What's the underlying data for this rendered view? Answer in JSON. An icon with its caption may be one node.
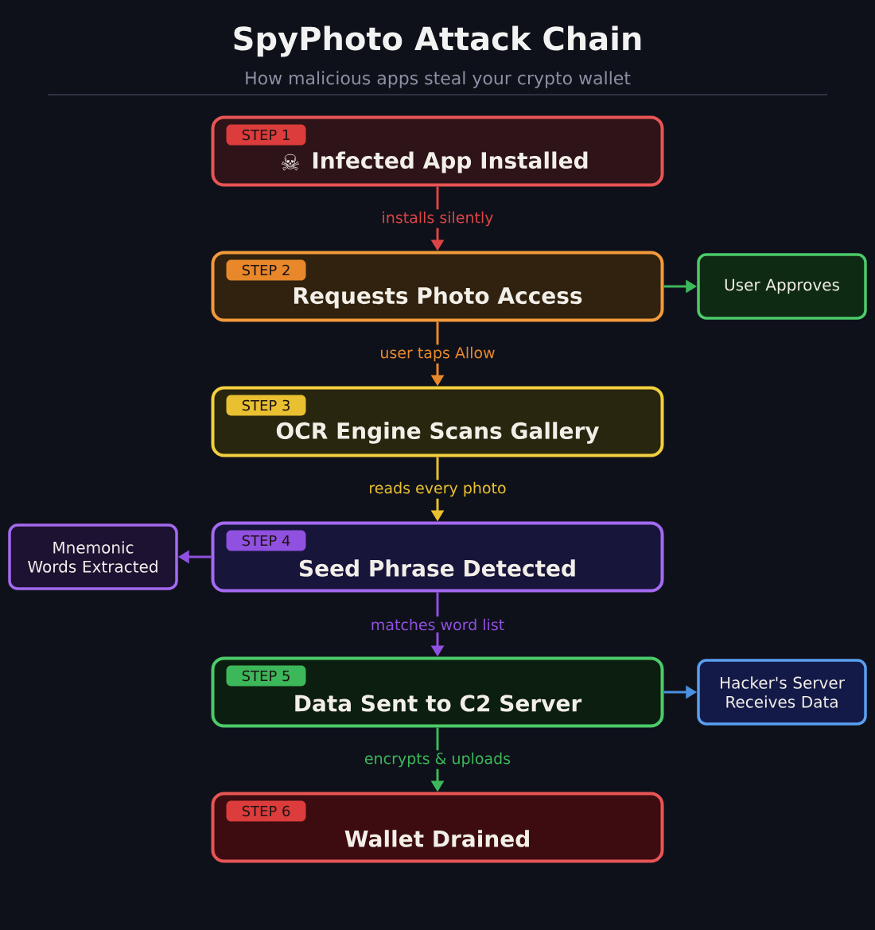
{
  "diagram": {
    "title": "SpyPhoto Attack Chain",
    "nodes": [
      {
        "text": [
          "☠",
          "Infected App Installed"
        ]
      },
      {
        "text": [
          "STEP 1"
        ],
        "in": 0
      },
      {
        "text": [
          "Requests Photo Access"
        ]
      },
      {
        "text": [
          "STEP 2"
        ],
        "in": 2
      },
      {
        "text": [
          "User Approves"
        ]
      },
      {
        "text": [
          "OCR Engine Scans Gallery"
        ]
      },
      {
        "text": [
          "STEP 3"
        ],
        "in": 5
      },
      {
        "text": [
          "Mnemonic Words Extracted"
        ]
      },
      {
        "text": [
          "Seed Phrase Detected"
        ]
      },
      {
        "text": [
          "STEP 4"
        ],
        "in": 8
      },
      {
        "text": [
          "Data Sent to C2 Server"
        ]
      },
      {
        "text": [
          "STEP 5"
        ],
        "in": 10
      },
      {
        "text": [
          "Hacker's Server Receives Data"
        ]
      },
      {
        "text": [
          "Wallet Drained"
        ]
      },
      {
        "text": [
          "STEP 6"
        ],
        "in": 13
      }
    ],
    "edges": [
      {
        "from": 0,
        "to": 2,
        "arrow": "to",
        "label": "installs silently",
        "color": "#dc4545"
      },
      {
        "from": 2,
        "to": 4,
        "arrow": "to",
        "color": "#3cb85a"
      },
      {
        "from": 2,
        "to": 5,
        "arrow": "to",
        "label": "user taps Allow",
        "color": "#e8882a"
      },
      {
        "from": 5,
        "to": 8,
        "arrow": "to",
        "label": "reads every photo",
        "color": "#e8c030"
      },
      {
        "from": 8,
        "to": 7,
        "arrow": "to",
        "color": "#9050e0"
      },
      {
        "from": 8,
        "to": 10,
        "arrow": "to",
        "label": "matches word list",
        "color": "#9050e0"
      },
      {
        "from": 10,
        "to": 12,
        "arrow": "to",
        "color": "#4a90e0"
      },
      {
        "from": 10,
        "to": 13,
        "arrow": "to",
        "label": "encrypts & uploads",
        "color": "#3cb85a"
      }
    ],
    "labels": [
      "How malicious apps steal your crypto wallet"
    ]
  }
}
